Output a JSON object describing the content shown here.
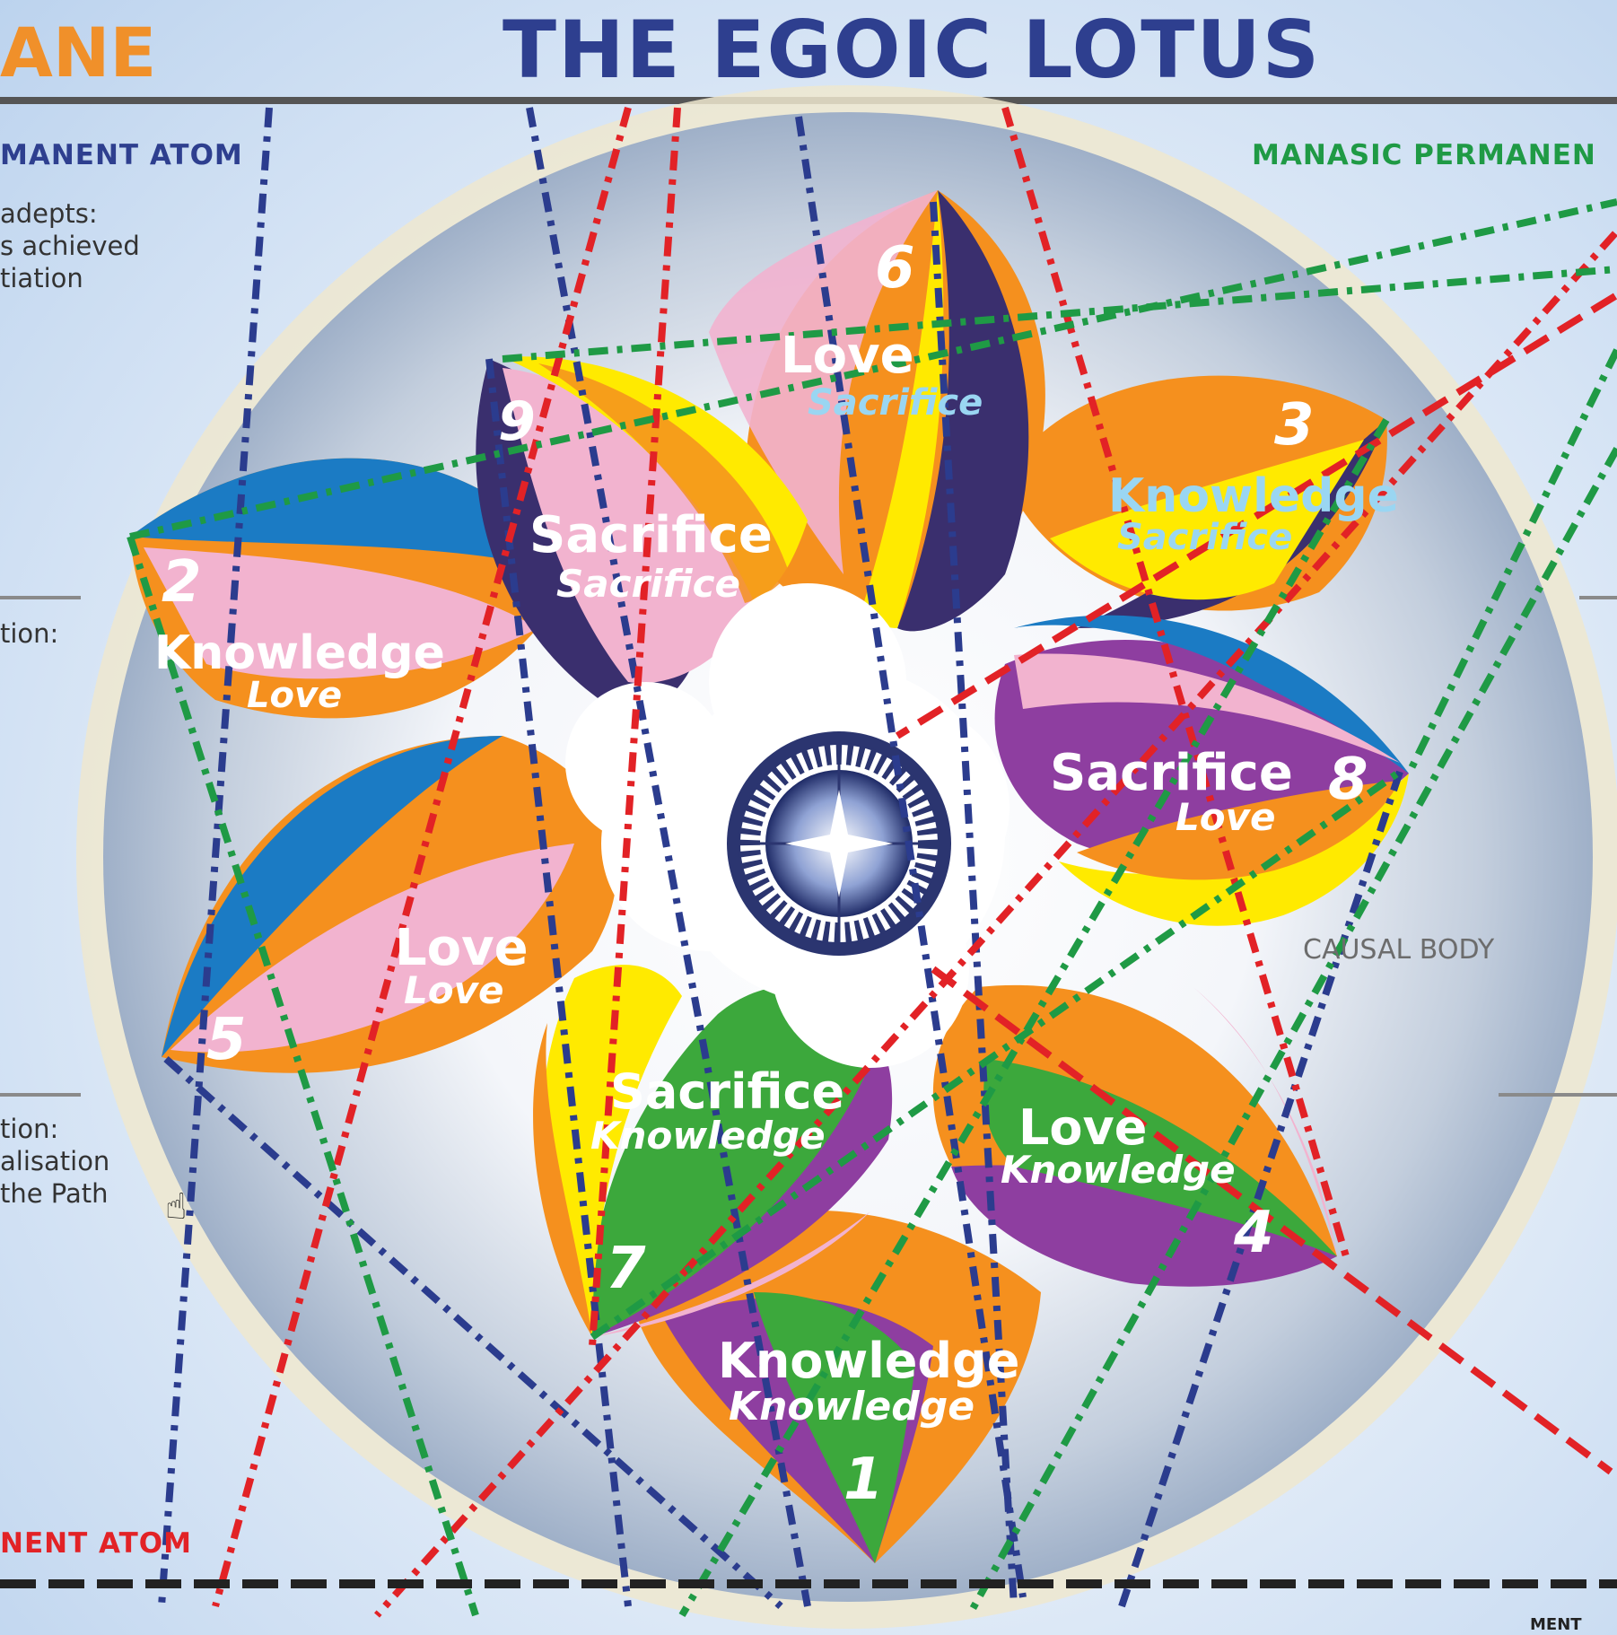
{
  "header": {
    "title": "THE EGOIC LOTUS",
    "plane_fragment": "ANE"
  },
  "left_panel": {
    "permanent_atom_upper": "MANENT ATOM",
    "adepts_lines": [
      "adepts:",
      "s achieved",
      "tiation"
    ],
    "middle_label": "tion:",
    "lower_label_lines": [
      "tion:",
      "alisation",
      "the Path"
    ],
    "permanent_atom_lower": "NENT ATOM"
  },
  "right_panel": {
    "manasic_label": "MANASIC PERMANEN",
    "causal_body": "CAUSAL BODY",
    "bottom_fragment": "MENT"
  },
  "petals": [
    {
      "number": "1",
      "primary": "Knowledge",
      "secondary": "Knowledge"
    },
    {
      "number": "2",
      "primary": "Knowledge",
      "secondary": "Love"
    },
    {
      "number": "3",
      "primary": "Knowledge",
      "secondary": "Sacrifice"
    },
    {
      "number": "4",
      "primary": "Love",
      "secondary": "Knowledge"
    },
    {
      "number": "5",
      "primary": "Love",
      "secondary": "Love"
    },
    {
      "number": "6",
      "primary": "Love",
      "secondary": "Sacrifice"
    },
    {
      "number": "7",
      "primary": "Sacrifice",
      "secondary": "Knowledge"
    },
    {
      "number": "8",
      "primary": "Sacrifice",
      "secondary": "Love"
    },
    {
      "number": "9",
      "primary": "Sacrifice",
      "secondary": "Sacrifice"
    }
  ],
  "colors": {
    "title": "#2e3f8f",
    "plane": "#f0902a",
    "manasic_green": "#1f9a45",
    "orange": "#f5901e",
    "pink": "#f2b3cf",
    "yellow": "#ffea00",
    "navy": "#3a2f6e",
    "blue": "#1b7bc4",
    "purple": "#8e3ea0",
    "green": "#3ca83c",
    "line_red": "#e22226",
    "line_blue": "#2b3c8e",
    "line_green": "#1f9a45"
  }
}
